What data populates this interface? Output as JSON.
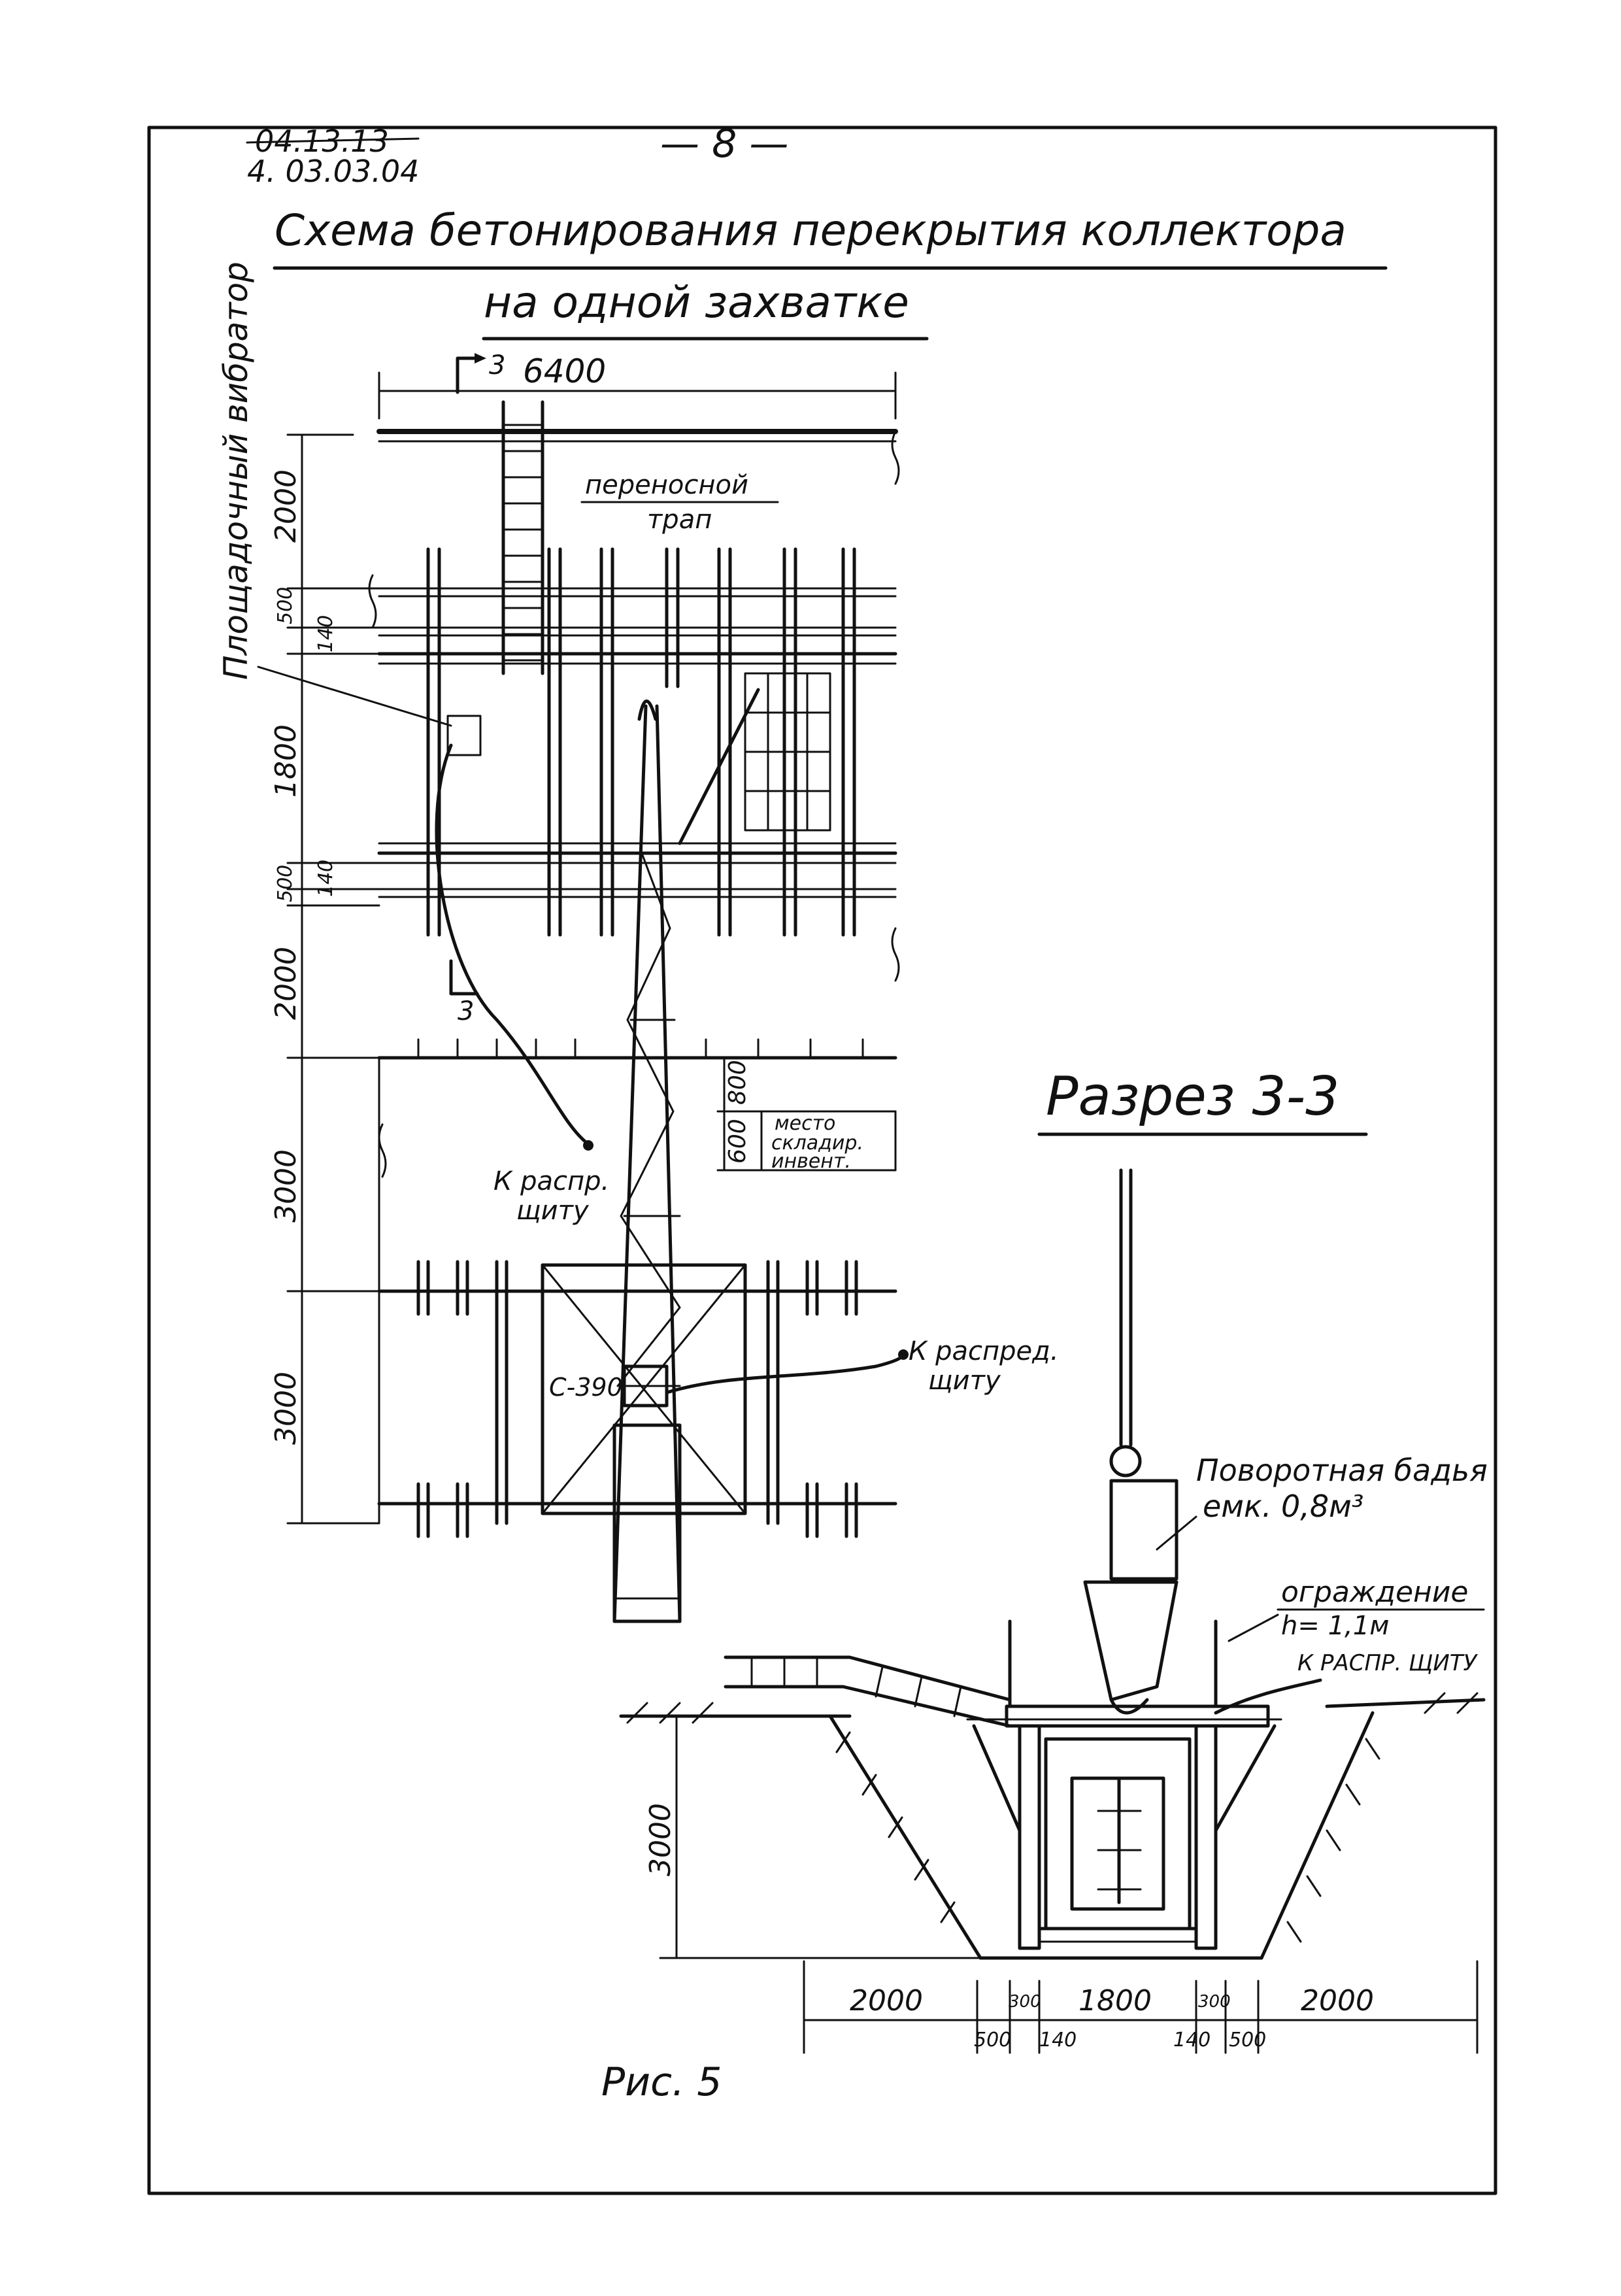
{
  "header": {
    "code_line_1": "04.13.13",
    "code_line_2": "4. 03.03.04",
    "page_number": "— 8 —"
  },
  "title": {
    "line1": "Схема бетонирования  перекрытия коллектора",
    "line2": "на одной захватке"
  },
  "plan": {
    "section_mark_top": "3",
    "section_mark_bottom": "3",
    "dim_total_width": "6400",
    "dims_vertical": [
      "2000",
      "500",
      "140",
      "1800",
      "140",
      "500",
      "2000",
      "3000",
      "3000"
    ],
    "ladder_label_1": "переносной",
    "ladder_label_2": "трап",
    "vibrator_label": "Площадочный вибратор",
    "to_panel_1_a": "К распр.",
    "to_panel_1_b": "щиту",
    "storage_dims": [
      "800",
      "600"
    ],
    "storage_label": [
      "место",
      "складир.",
      "инвент."
    ],
    "crane_label": "С-390",
    "to_panel_2_a": "К распред.",
    "to_panel_2_b": "щиту"
  },
  "section": {
    "title": "Разрез 3-3",
    "bucket_label_1": "Поворотная бадья",
    "bucket_label_2": "емк. 0,8м³",
    "fence_label_1": "ограждение",
    "fence_label_2": "h= 1,1м",
    "panel_label": "К РАСПР. ЩИТУ",
    "depth_dim": "3000",
    "bottom_dims_upper": [
      "2000",
      "300",
      "1800",
      "300",
      "2000"
    ],
    "bottom_dims_lower": [
      "500",
      "140",
      "140",
      "500"
    ]
  },
  "caption": "Рис. 5"
}
